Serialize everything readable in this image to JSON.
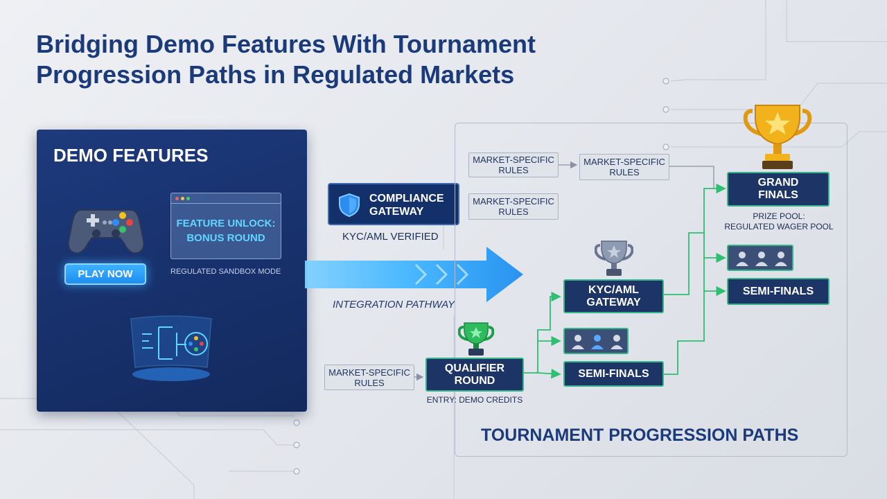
{
  "title_line1": "Bridging Demo Features With Tournament",
  "title_line2": "Progression Paths in Regulated Markets",
  "demo": {
    "heading": "DEMO FEATURES",
    "play_label": "PLAY NOW",
    "feature_line1": "FEATURE UNLOCK:",
    "feature_line2": "BONUS ROUND",
    "sandbox_label": "REGULATED SANDBOX MODE"
  },
  "center": {
    "compliance_line1": "COMPLIANCE",
    "compliance_line2": "GATEWAY",
    "kyc_verified": "KYC/AML VERIFIED",
    "integration": "INTEGRATION PATHWAY"
  },
  "rules": {
    "line1": "MARKET-SPECIFIC",
    "line2": "RULES"
  },
  "tournament": {
    "title": "TOURNAMENT PROGRESSION PATHS",
    "grand_line1": "GRAND",
    "grand_line2": "FINALS",
    "prize_line1": "PRIZE POOL:",
    "prize_line2": "REGULATED WAGER POOL",
    "semi_top": "SEMI-FINALS",
    "kyc_line1": "KYC/AML",
    "kyc_line2": "GATEWAY",
    "semi_low": "SEMI-FINALS",
    "qual_line1": "QUALIFIER",
    "qual_line2": "ROUND",
    "entry": "ENTRY: DEMO CREDITS"
  },
  "colors": {
    "title": "#1b3a7a",
    "panel": "#17306a",
    "stage_border": "#36b58a",
    "arrow": "#3fb4ff",
    "gold": "#f2b21c"
  },
  "icons": [
    "gamepad-icon",
    "shield-icon",
    "hologram-icon",
    "trophy-icon",
    "players-icon"
  ]
}
